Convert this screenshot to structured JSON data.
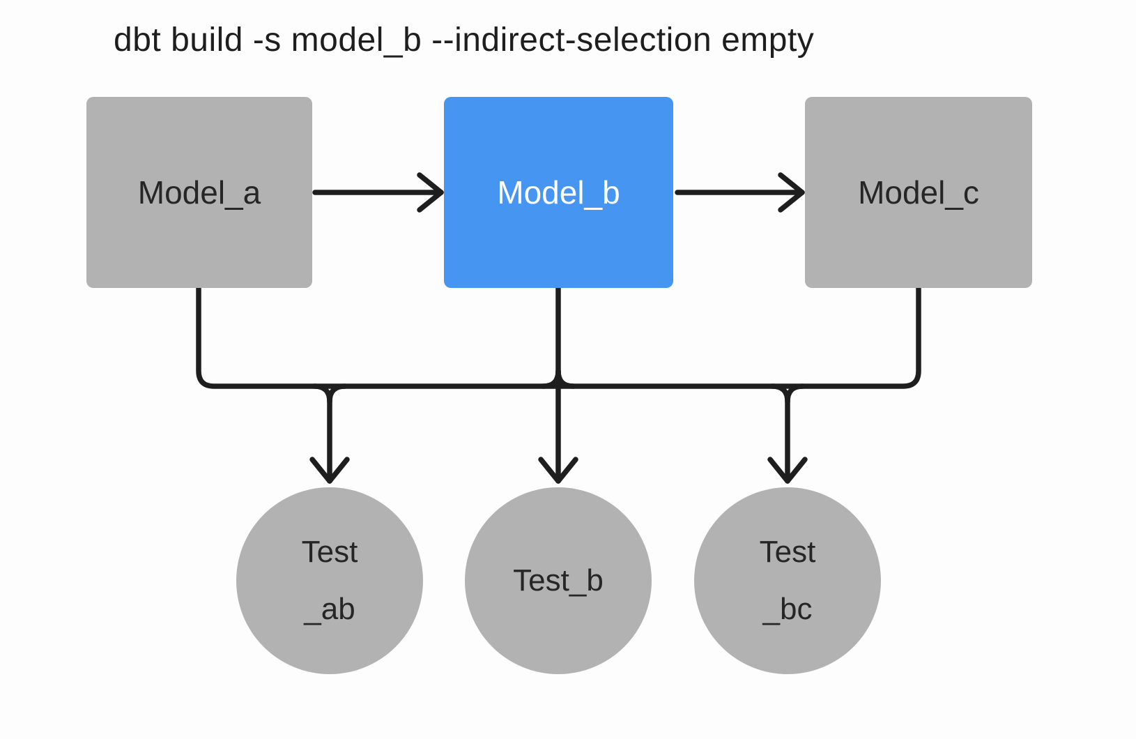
{
  "title": "dbt build -s model_b --indirect-selection empty",
  "colors": {
    "background": "#fdfdfd",
    "node_gray": "#b2b2b2",
    "node_selected_blue": "#4695f1",
    "edge_line": "#1e1e1f",
    "text_dark": "#262626",
    "text_on_selected": "#ffffff"
  },
  "nodes": {
    "models": [
      {
        "id": "model_a",
        "label": "Model_a",
        "selected": false
      },
      {
        "id": "model_b",
        "label": "Model_b",
        "selected": true
      },
      {
        "id": "model_c",
        "label": "Model_c",
        "selected": false
      }
    ],
    "tests": [
      {
        "id": "test_ab",
        "label_line1": "Test",
        "label_line2": "_ab"
      },
      {
        "id": "test_b",
        "label": "Test_b"
      },
      {
        "id": "test_bc",
        "label_line1": "Test",
        "label_line2": "_bc"
      }
    ]
  },
  "edges": [
    {
      "from": "model_a",
      "to": "model_b",
      "style": "arrow"
    },
    {
      "from": "model_b",
      "to": "model_c",
      "style": "arrow"
    },
    {
      "from": "model_a",
      "to": "test_ab",
      "style": "arrow"
    },
    {
      "from": "model_b",
      "to": "test_ab",
      "style": "arrow"
    },
    {
      "from": "model_b",
      "to": "test_b",
      "style": "arrow"
    },
    {
      "from": "model_b",
      "to": "test_bc",
      "style": "arrow"
    },
    {
      "from": "model_c",
      "to": "test_bc",
      "style": "arrow"
    }
  ]
}
